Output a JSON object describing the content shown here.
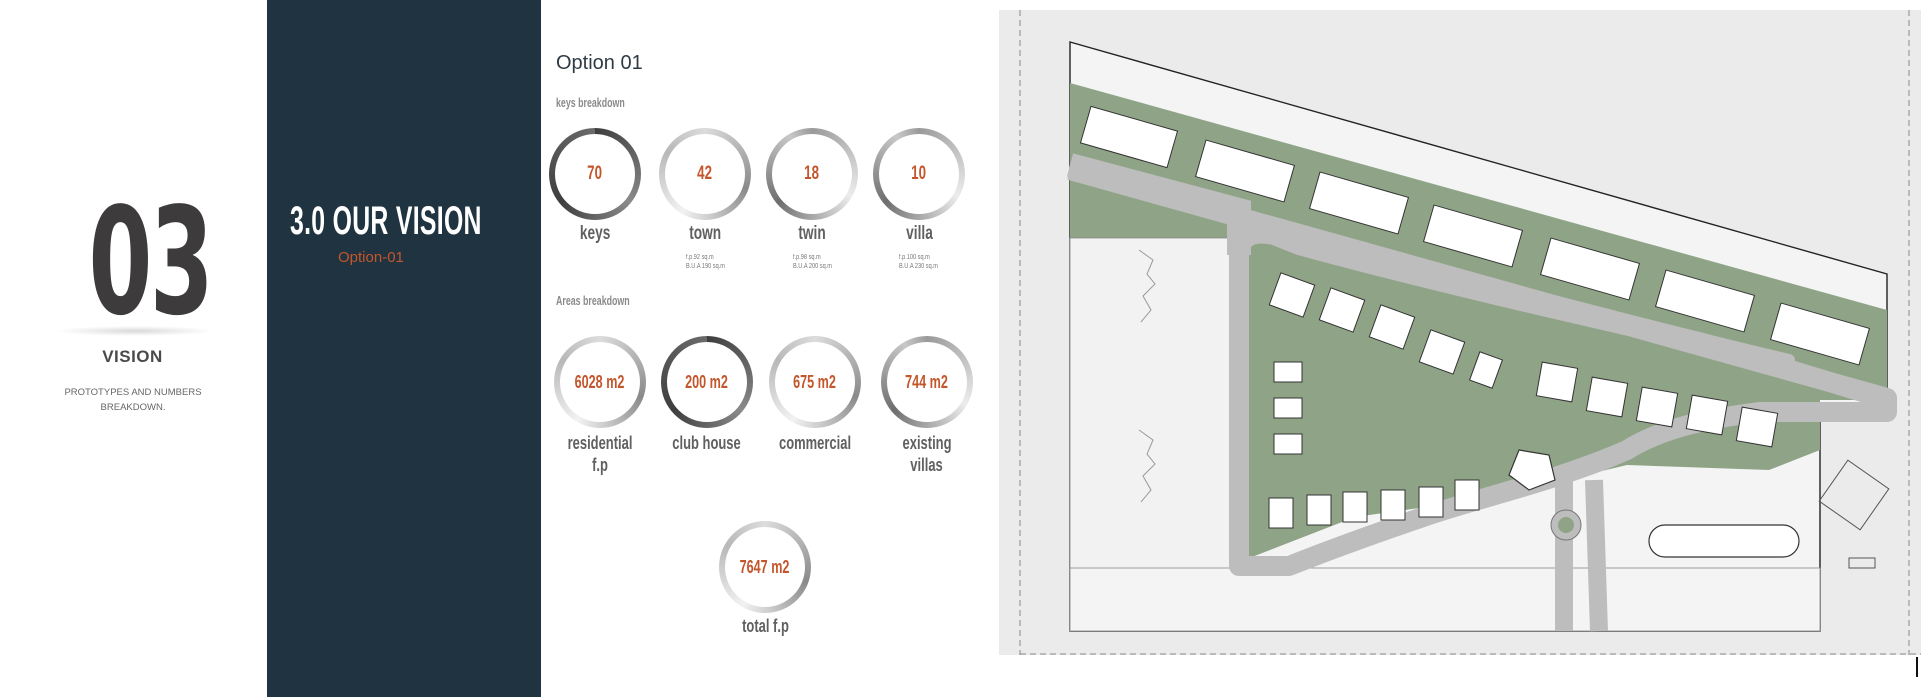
{
  "section": {
    "number": "03",
    "label": "VISION",
    "description_line1": "PROTOTYPES AND NUMBERS",
    "description_line2": "BREAKDOWN."
  },
  "band": {
    "title": "3.0 OUR VISION",
    "subtitle": "Option-01"
  },
  "option": {
    "title": "Option 01",
    "keys_label": "keys breakdown",
    "areas_label": "Areas breakdown"
  },
  "keys": [
    {
      "value": "70",
      "label": "keys",
      "detail1": "",
      "detail2": ""
    },
    {
      "value": "42",
      "label": "town",
      "detail1": "f.p.92 sq.m",
      "detail2": "B.U.A 190 sq.m"
    },
    {
      "value": "18",
      "label": "twin",
      "detail1": "f.p.98 sq.m",
      "detail2": "B.U.A 200 sq.m"
    },
    {
      "value": "10",
      "label": "villa",
      "detail1": "f.p.100 sq.m",
      "detail2": "B.U.A 230 sq.m"
    }
  ],
  "areas": [
    {
      "value": "6028 m2",
      "label1": "residential",
      "label2": "f.p"
    },
    {
      "value": "200 m2",
      "label1": "club house",
      "label2": ""
    },
    {
      "value": "675 m2",
      "label1": "commercial",
      "label2": ""
    },
    {
      "value": "744 m2",
      "label1": "existing",
      "label2": "villas"
    }
  ],
  "total": {
    "value": "7647 m2",
    "label": "total f.p"
  },
  "colors": {
    "navy": "#1f3341",
    "accent_orange": "#c4562c",
    "plan_green": "#8fa487",
    "road_gray": "#bdbdbd",
    "building_white": "#ffffff"
  }
}
